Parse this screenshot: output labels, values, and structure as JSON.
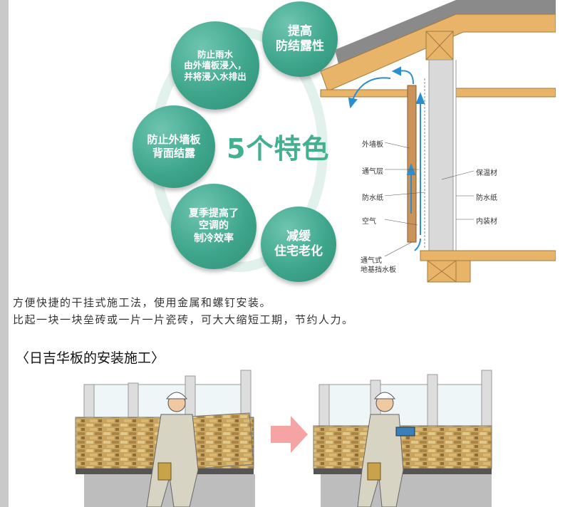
{
  "diagram": {
    "center_title": "5个特色",
    "features": [
      {
        "id": "condensation-prevention",
        "text": "提高\n防结露性"
      },
      {
        "id": "rain-drain",
        "text": "防止雨水\n由外墙板浸入，\n并将浸入水排出"
      },
      {
        "id": "wall-back-condensation",
        "text": "防止外墙板\n背面结露"
      },
      {
        "id": "cooling-efficiency",
        "text": "夏季提高了\n空调的\n制冷效率"
      },
      {
        "id": "aging-slowdown",
        "text": "减缓\n住宅老化"
      }
    ],
    "wall_labels": {
      "outer_panel": "外墙板",
      "air_layer": "通气层",
      "waterproof_paper_left": "防水纸",
      "air": "空气",
      "ventilated_sill": "通气式\n地基挡水板",
      "insulation": "保温材",
      "waterproof_paper_right": "防水纸",
      "interior": "内装材"
    }
  },
  "description": {
    "line1": "方便快捷的干挂式施工法，使用金属和螺钉安装。",
    "line2": "比起一块一块垒砖或一片一片瓷砖，可大大缩短工期，节约人力。"
  },
  "installation": {
    "section_title": "〈日吉华板的安装施工〉"
  },
  "colors": {
    "feature_green": "#3ea68c",
    "title_green": "#43b08f",
    "wood": "#e8b46a",
    "arrow_blue": "#2a8fd0",
    "arrow_pink": "#f08a8a"
  }
}
